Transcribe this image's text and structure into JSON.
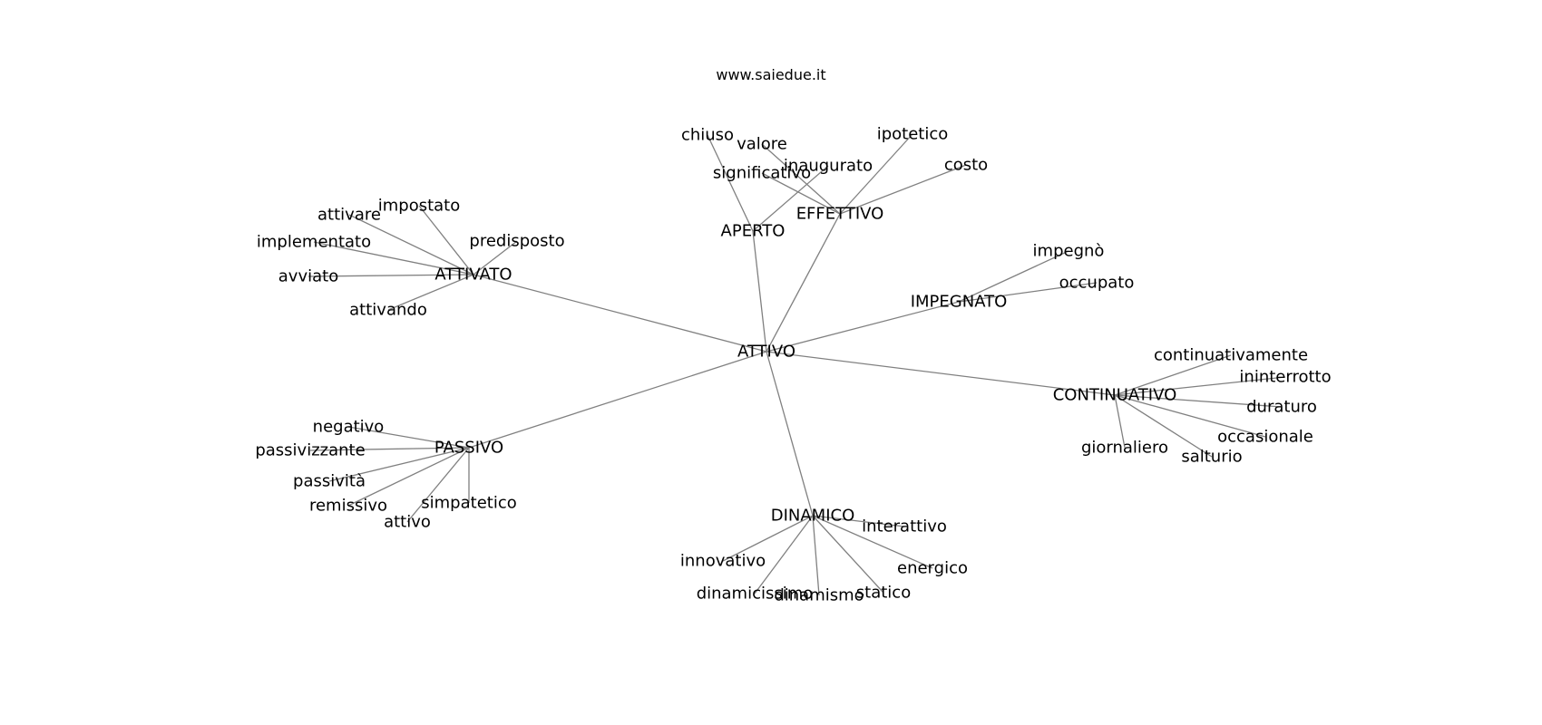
{
  "header": {
    "site": "www.saiedue.it"
  },
  "colors": {
    "edge": "#808080",
    "text": "#000000",
    "background": "#ffffff"
  },
  "graph": {
    "root": "ATTIVO",
    "branches": [
      {
        "label": "ATTIVATO",
        "leaves": [
          "attivare",
          "impostato",
          "implementato",
          "predisposto",
          "avviato",
          "attivando"
        ]
      },
      {
        "label": "APERTO",
        "leaves": [
          "chiuso",
          "inaugurato"
        ]
      },
      {
        "label": "EFFETTIVO",
        "leaves": [
          "valore",
          "significativo",
          "ipotetico",
          "costo"
        ]
      },
      {
        "label": "IMPEGNATO",
        "leaves": [
          "impegnò",
          "occupato"
        ]
      },
      {
        "label": "CONTINUATIVO",
        "leaves": [
          "continuativamente",
          "ininterrotto",
          "duraturo",
          "occasionale",
          "salturio",
          "giornaliero"
        ]
      },
      {
        "label": "DINAMICO",
        "leaves": [
          "interattivo",
          "innovativo",
          "energico",
          "dinamicissimo",
          "dinamismo",
          "statico"
        ]
      },
      {
        "label": "PASSIVO",
        "leaves": [
          "negativo",
          "passivizzante",
          "passività",
          "remissivo",
          "simpatetico",
          "attivo"
        ]
      }
    ]
  }
}
